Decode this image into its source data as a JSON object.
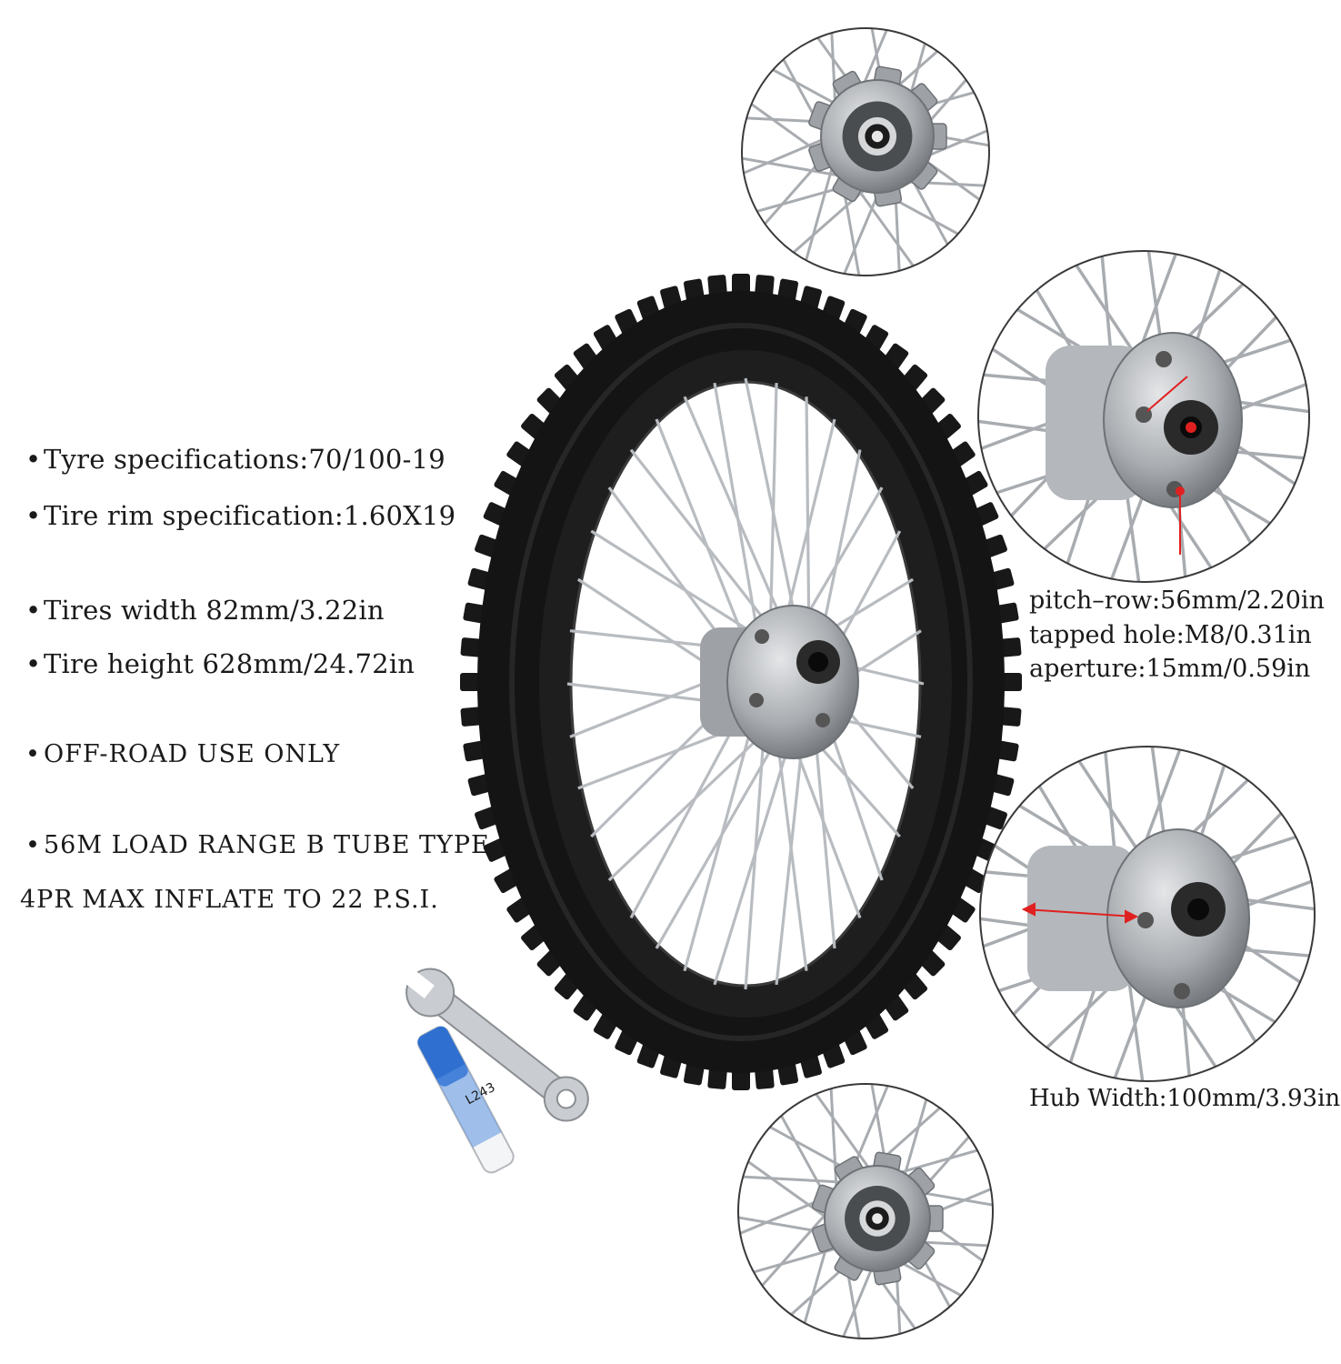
{
  "specs": [
    "Tyre specifications:70/100-19",
    "Tire rim specification:1.60X19",
    "Tires width 82mm/3.22in",
    "Tire height 628mm/24.72in",
    "OFF-ROAD USE ONLY",
    "56M LOAD RANGE B TUBE TYPE",
    "4PR MAX INFLATE TO 22 P.S.I."
  ],
  "bullet": "•",
  "hub_detail": {
    "pitch_row": "pitch–row:56mm/2.20in",
    "tapped_hole": "tapped hole:M8/0.31in",
    "aperture": "aperture:15mm/0.59in",
    "hub_width": "Hub Width:100mm/3.93in"
  },
  "tube_label": "L243",
  "colors": {
    "tire": "#141414",
    "rim": "#1e1e1e",
    "spoke": "#b8bcc0",
    "hub": "#a9acb0",
    "arrow": "#e02020",
    "tube_cap": "#2f6fd0"
  }
}
